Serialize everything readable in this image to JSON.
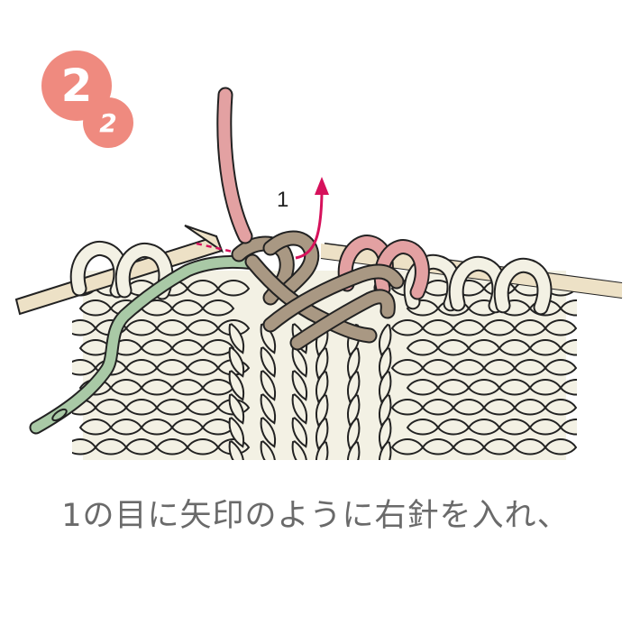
{
  "badge": {
    "step": "2",
    "substep": "2"
  },
  "diagram": {
    "step_number": "1"
  },
  "caption": "1の目に矢印のように右針を入れ、",
  "colors": {
    "badge": "#ef8a7f",
    "yarn_main": "#f3f1e4",
    "yarn_outline": "#222222",
    "needle": "#ede1c6",
    "yarn_pink": "#e3a1a2",
    "stitch_brown": "#a99883",
    "cable_needle": "#a9c9a6",
    "arrow": "#d6115b",
    "caption_text": "#6a6a6a"
  }
}
